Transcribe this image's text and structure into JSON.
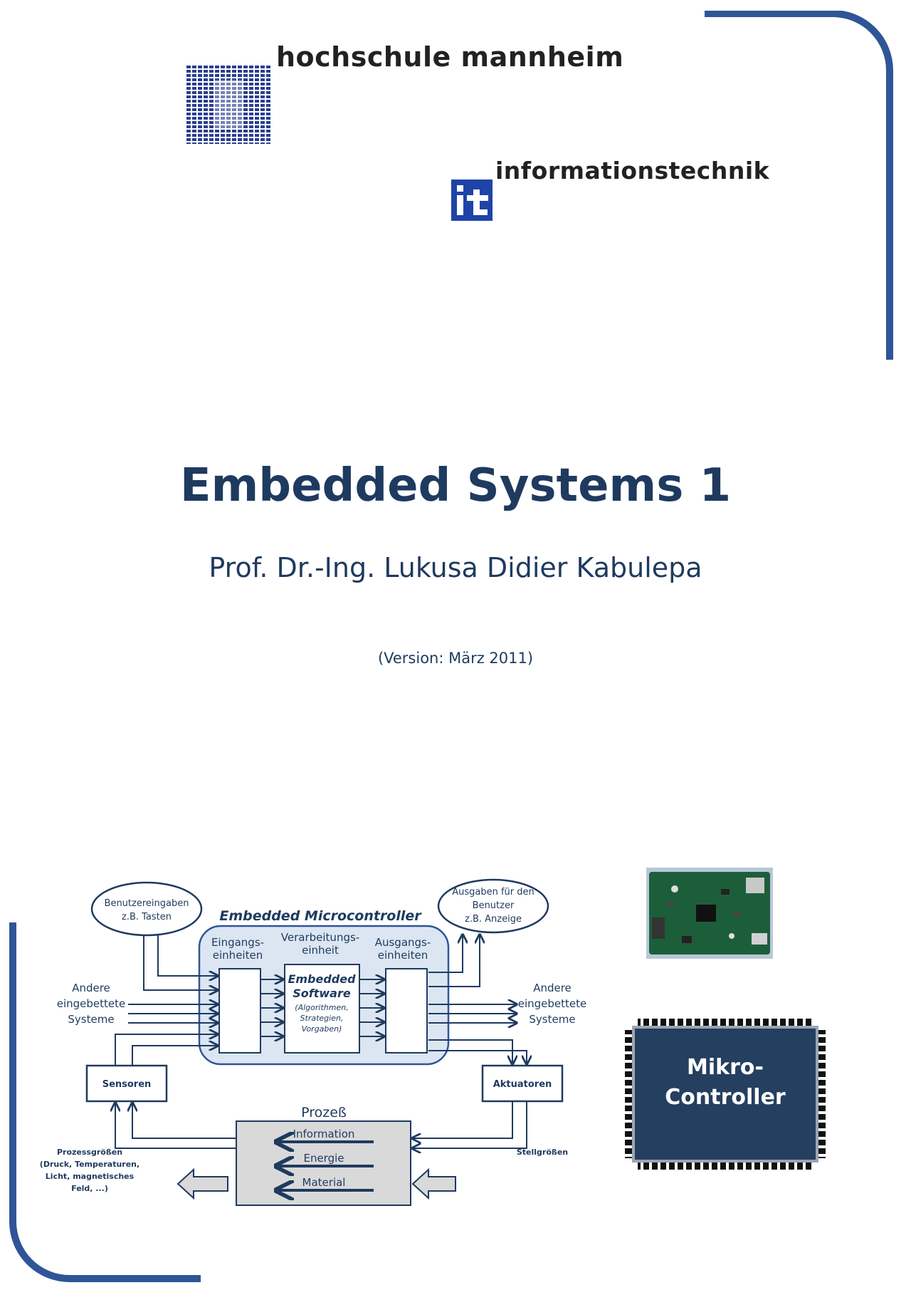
{
  "logos": {
    "hochschule": "hochschule mannheim",
    "informationstechnik": "informationstechnik",
    "it_mark": "it"
  },
  "title": "Embedded Systems 1",
  "author": "Prof. Dr.-Ing. Lukusa Didier Kabulepa",
  "version": "(Version: März 2011)",
  "diagram": {
    "heading": "Embedded Microcontroller",
    "user_input": [
      "Benutzereingaben",
      "z.B. Tasten"
    ],
    "user_output": [
      "Ausgaben für den",
      "Benutzer",
      "z.B. Anzeige"
    ],
    "input_units": [
      "Eingangs-",
      "einheiten"
    ],
    "processing_unit": [
      "Verarbeitungs-",
      "einheit"
    ],
    "output_units": [
      "Ausgangs-",
      "einheiten"
    ],
    "software": [
      "Embedded",
      "Software"
    ],
    "software_note": [
      "(Algorithmen,",
      "Strategien,",
      "Vorgaben)"
    ],
    "other_systems_in": [
      "Andere",
      "eingebettete",
      "Systeme"
    ],
    "other_systems_out": [
      "Andere",
      "eingebettete",
      "Systeme"
    ],
    "sensors": "Sensoren",
    "actuators": "Aktuatoren",
    "process": "Prozeß",
    "process_rows": [
      "Information",
      "Energie",
      "Material"
    ],
    "process_variables": [
      "Prozessgrößen",
      "(Druck, Temperaturen,",
      "Licht, magnetisches",
      "Feld, ...)"
    ],
    "control_variables": "Stellgrößen"
  },
  "chip_label": "Mikro-\nController",
  "colors": {
    "navy": "#1f3a5f",
    "border_blue": "#2f5597",
    "diagram_fill": "#dce6f2",
    "process_fill": "#d9d9d9",
    "chip_fill": "#243f60"
  }
}
